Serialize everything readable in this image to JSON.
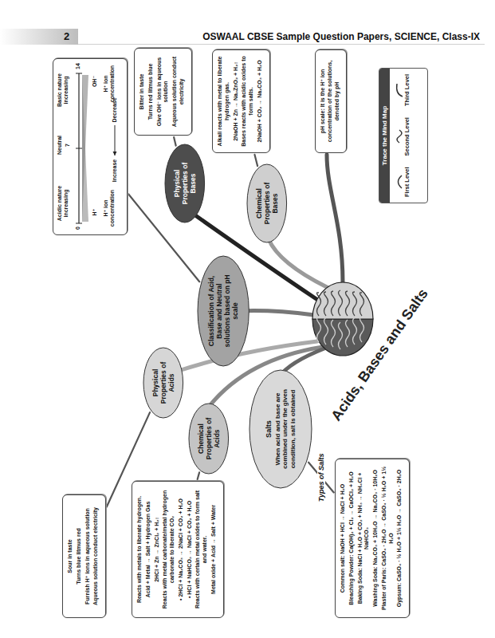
{
  "diagram": {
    "title": "Acids, Bases and Salts",
    "nodes": [
      {
        "text": [
          "Classification of Acid, Base and Neutral solutions based on pH scale"
        ]
      },
      {
        "text": [
          "Acidic nature increasing",
          "Neutral",
          "7",
          "Basic nature increasing",
          "0",
          "14",
          "H⁺",
          "OH⁻",
          "H⁺ ion concentration",
          "Increase",
          "Decrease",
          "H⁺ ion concentration"
        ]
      },
      {
        "text": [
          "Physical Properties of Bases"
        ]
      },
      {
        "text": [
          "Bitter in taste",
          "Turns red litmus blue",
          "Give OH⁻ ions in aqueous solution",
          "Aqueous solution conduct electricity"
        ]
      },
      {
        "text": [
          "Chemical Properties of Bases"
        ]
      },
      {
        "text": [
          "Alkali reacts with metal to liberate hydrogen gas.",
          "2NaOH + Zn → Na₂ZnO₂ + H₂↑",
          "Bases reacts with acidic oxides to form salts.",
          "2NaOH + CO₂ → Na₂CO₃ + H₂O"
        ]
      },
      {
        "text": [
          "pH scale: It is the H⁺ ion concentration of the solutions, denoted by pH"
        ]
      },
      {
        "text": [
          "Physical Properties of Acids"
        ]
      },
      {
        "text": [
          "Sour in taste",
          "Turns blue litmus red",
          "Furnish H⁺ ions in aqueous solution",
          "Aqueous solution conduct electricity"
        ]
      },
      {
        "text": [
          "Chemical Properties of Acids"
        ]
      },
      {
        "text": [
          "Reacts with metals to liberate hydrogen.",
          "Acid + Metal → Salt + Hydrogen Gas",
          "2HCl + Zn → ZnCl₂ + H₂↑",
          "Reacts with metal carbonate/metal hydrogen carbonate to liberate CO₂",
          "• 2HCl + Na₂CO₃ → 2NaCl + CO₂ + H₂O",
          "• HCl + NaHCO₃ → NaCl + CO₂ + H₂O",
          "Reacts with certain metal oxides to form salt and water.",
          "Metal oxide + Acid → Salt + Water"
        ]
      },
      {
        "text": [
          "Salts",
          "When acid and base are combined under the given condition, salt is obtained"
        ]
      },
      {
        "text": [
          "Common salt: NaOH + HCl → NaCl + H₂O",
          "Bleaching Powder: Ca(OH)₂ + Cl₂ → CaOCl₂ + H₂O",
          "Baking Soda: NaCl + H₂O + CO₂ + NH₃ → NH₄Cl + NaHCO₃",
          "Washing Soda: Na₂CO₃ + 10H₂O → Na₂CO₃ · 10H₂O",
          "Plaster of Paris: CaSO₄ · 2H₂O → CaSO₄ · ½ H₂O + 1½ H₂O",
          "Gypsum: CaSO₄ · ½ H₂O + 1½ H₂O → CaSO₄ · 2H₂O"
        ]
      }
    ],
    "edges": [
      {
        "from": 0,
        "to": 1,
        "arrow": "none"
      },
      {
        "from": 2,
        "to": 3,
        "arrow": "none"
      },
      {
        "from": 4,
        "to": 5,
        "arrow": "none"
      },
      {
        "from": 7,
        "to": 8,
        "arrow": "none"
      },
      {
        "from": 9,
        "to": 10,
        "arrow": "none"
      },
      {
        "from": 11,
        "to": 12,
        "label": "Types of Salts",
        "arrow": "none"
      }
    ],
    "labels": [
      "2",
      "OSWAAL CBSE Sample Question Papers, SCIENCE, Class-IX",
      "Trace the Mind Map"
    ],
    "legend": [
      {
        "text": "First Level"
      },
      {
        "text": "Second Level"
      },
      {
        "text": "Third Level"
      }
    ]
  }
}
